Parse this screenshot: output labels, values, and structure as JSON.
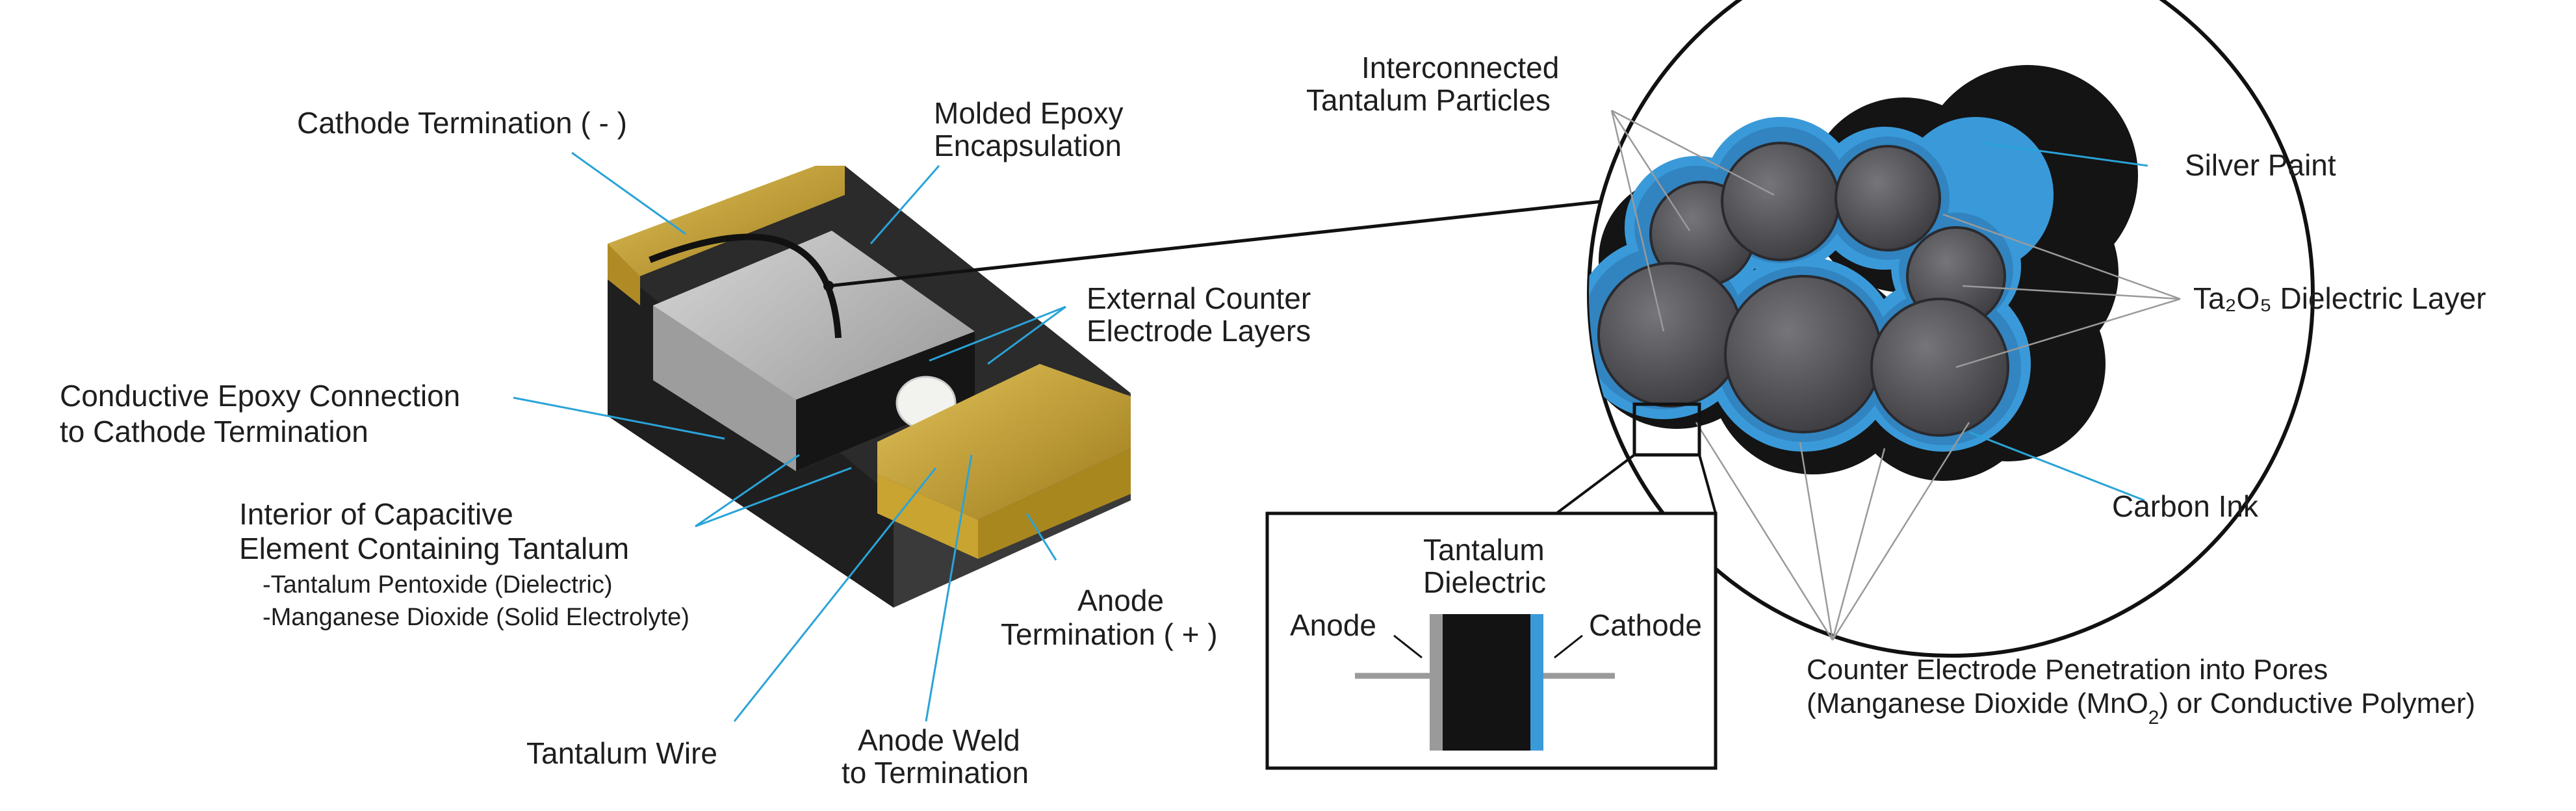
{
  "labels": {
    "cathode_termination": "Cathode Termination ( - )",
    "molded_epoxy_1": "Molded Epoxy",
    "molded_epoxy_2": "Encapsulation",
    "external_counter_1": "External Counter",
    "external_counter_2": "Electrode Layers",
    "conductive_epoxy_1": "Conductive Epoxy Connection",
    "conductive_epoxy_2": "to Cathode Termination",
    "interior_1": "Interior of Capacitive",
    "interior_2": "Element Containing Tantalum",
    "interior_3": "-Tantalum Pentoxide (Dielectric)",
    "interior_4": "-Manganese Dioxide (Solid Electrolyte)",
    "tantalum_wire": "Tantalum Wire",
    "anode_weld_1": "Anode Weld",
    "anode_weld_2": "to Termination",
    "anode_termination_1": "Anode",
    "anode_termination_2": "Termination ( + )",
    "interconnected_1": "Interconnected",
    "interconnected_2": "Tantalum Particles",
    "silver_paint": "Silver Paint",
    "dielectric_layer": "Ta₂O₅ Dielectric Layer",
    "carbon_ink": "Carbon Ink",
    "counter_penetration_1": "Counter Electrode Penetration into Pores",
    "counter_penetration_2_a": "(Manganese Dioxide (MnO",
    "counter_penetration_2_sub": "2",
    "counter_penetration_2_b": ") or Conductive Polymer)",
    "inset_tantalum": "Tantalum",
    "inset_dielectric": "Dielectric",
    "inset_anode": "Anode",
    "inset_cathode": "Cathode"
  },
  "colors": {
    "gold": "#c9a430",
    "body_dark": "#262626",
    "element_grey": "#b9b9b9",
    "blue_layer": "#3a9ad9",
    "carbon_black": "#1a1a1a",
    "particle_grey": "#5a5a60",
    "leader_blue": "#2aa3d8"
  }
}
